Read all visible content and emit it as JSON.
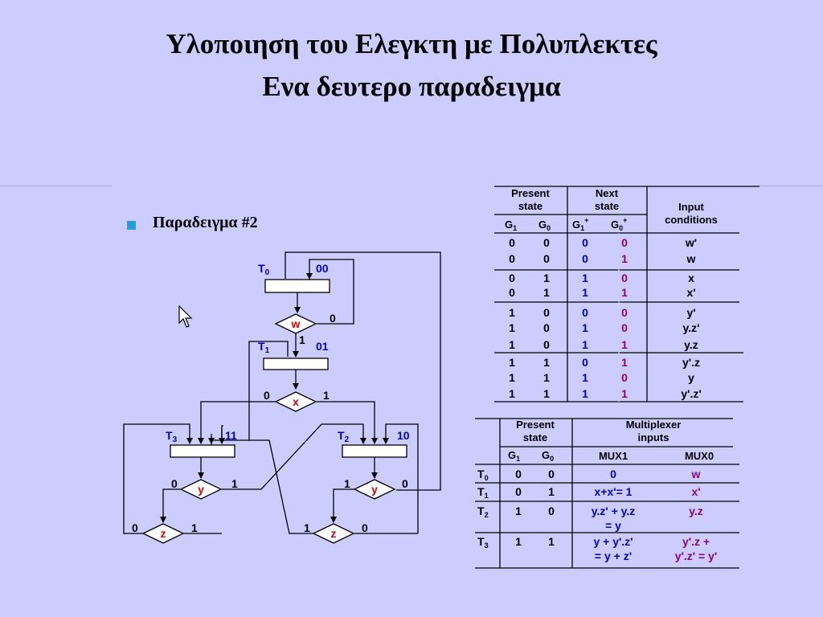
{
  "title_line1": "Υλοποιηση του Ελεγκτη με Πολυπλεκτες",
  "title_line2": "Ενα δευτερο παραδειγμα",
  "bullet_text": "Παραδειγμα #2",
  "asm": {
    "t0": "T",
    "t0_sub": "0",
    "t0_code": "00",
    "t1": "T",
    "t1_sub": "1",
    "t1_code": "01",
    "t2": "T",
    "t2_sub": "2",
    "t2_code": "10",
    "t3": "T",
    "t3_sub": "3",
    "t3_code": "11",
    "dec_w": "w",
    "dec_x": "x",
    "dec_y": "y",
    "dec_z": "z",
    "zero": "0",
    "one": "1"
  },
  "table1": {
    "h_present": [
      "Present",
      "state"
    ],
    "h_next": [
      "Next",
      "state"
    ],
    "h_input": [
      "Input",
      "conditions"
    ],
    "sub_g1": "G",
    "sub_g1_i": "1",
    "sub_g0": "G",
    "sub_g0_i": "0",
    "sub_ng1": "G",
    "sub_ng1_i": "1",
    "sub_ng1_sup": "+",
    "sub_ng0": "G",
    "sub_ng0_i": "0",
    "sub_ng0_sup": "+",
    "rows": [
      [
        "0",
        "0",
        "0",
        "0",
        "w'"
      ],
      [
        "0",
        "0",
        "0",
        "1",
        "w"
      ],
      [
        "0",
        "1",
        "1",
        "0",
        "x"
      ],
      [
        "0",
        "1",
        "1",
        "1",
        "x'"
      ],
      [
        "1",
        "0",
        "0",
        "0",
        "y'"
      ],
      [
        "1",
        "0",
        "1",
        "0",
        "y.z'"
      ],
      [
        "1",
        "0",
        "1",
        "1",
        "y.z"
      ],
      [
        "1",
        "1",
        "0",
        "1",
        "y'.z"
      ],
      [
        "1",
        "1",
        "1",
        "0",
        "y"
      ],
      [
        "1",
        "1",
        "1",
        "1",
        "y'.z'"
      ]
    ]
  },
  "table2": {
    "h_present": [
      "Present",
      "state"
    ],
    "h_mux": [
      "Multiplexer",
      "inputs"
    ],
    "sub_g1": "G",
    "sub_g1_i": "1",
    "sub_g0": "G",
    "sub_g0_i": "0",
    "sub_mux1": "MUX1",
    "sub_mux0": "MUX0",
    "rows": [
      {
        "t": "T",
        "ti": "0",
        "g1": "0",
        "g0": "0",
        "m1": [
          "0"
        ],
        "m0": [
          "w"
        ]
      },
      {
        "t": "T",
        "ti": "1",
        "g1": "0",
        "g0": "1",
        "m1": [
          "x+x'= 1"
        ],
        "m0": [
          "x'"
        ]
      },
      {
        "t": "T",
        "ti": "2",
        "g1": "1",
        "g0": "0",
        "m1": [
          "y.z' + y.z",
          "= y"
        ],
        "m0": [
          "y.z"
        ]
      },
      {
        "t": "T",
        "ti": "3",
        "g1": "1",
        "g0": "1",
        "m1": [
          "y + y'.z'",
          "= y + z'"
        ],
        "m0": [
          "y'.z +",
          "y'.z' = y'"
        ]
      }
    ]
  },
  "colors": {
    "background": "#ccccfe",
    "blue": "#0000cc",
    "purple": "#880088",
    "red": "#dd0000",
    "bullet": "#2a9ad8"
  }
}
